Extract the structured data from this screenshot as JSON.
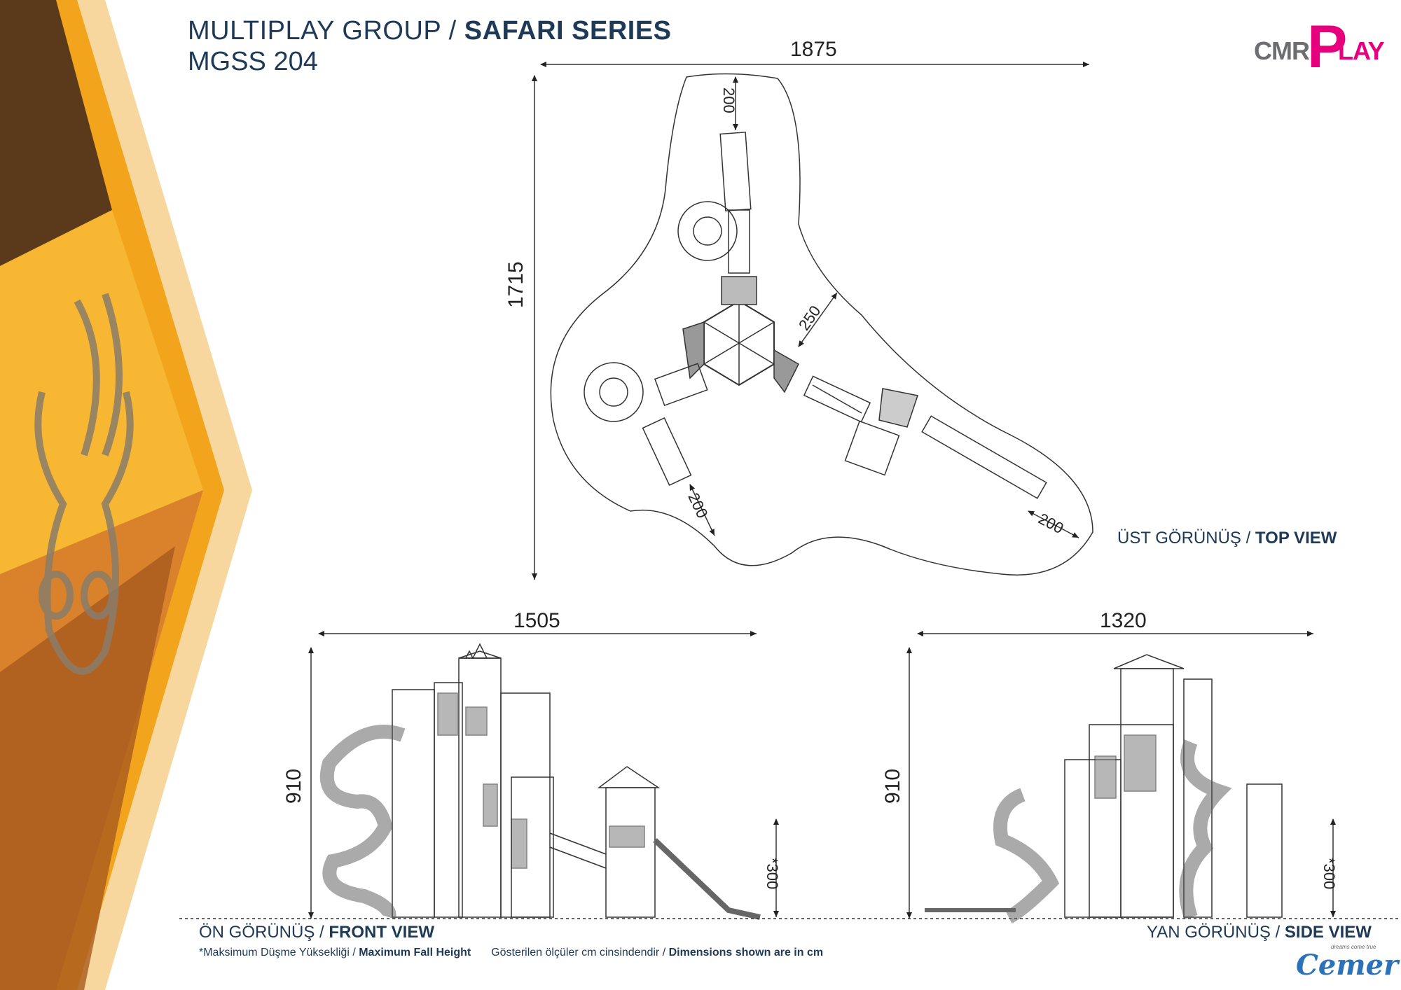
{
  "header": {
    "series_prefix": "MULTIPLAY GROUP / ",
    "series_name": "SAFARI SERIES",
    "model": "MGSS 204"
  },
  "logo": {
    "cmr": "CMR",
    "p": "P",
    "lay": "LAY"
  },
  "top_view": {
    "width": "1875",
    "depth": "1715",
    "dim_top_slide": "200",
    "dim_right": "250",
    "dim_bottom_left": "200",
    "dim_bottom_right": "200",
    "label_tr": "ÜST GÖRÜNÜŞ / ",
    "label_en": "TOP VIEW"
  },
  "front_view": {
    "width": "1505",
    "height": "910",
    "fall_height": "*300",
    "label_tr": "ÖN GÖRÜNÜŞ / ",
    "label_en": "FRONT VIEW"
  },
  "side_view": {
    "width": "1320",
    "height": "910",
    "fall_height": "*300",
    "label_tr": "YAN GÖRÜNÜŞ / ",
    "label_en": "SIDE VIEW"
  },
  "footer": {
    "note_tr": "*Maksimum Düşme Yüksekliği / ",
    "note_en": "Maximum Fall Height",
    "dims_tr": "Gösterilen ölçüler cm cinsindendir / ",
    "dims_en": "Dimensions shown are in cm"
  },
  "brand": {
    "name": "Cemer",
    "tagline": "dreams come true"
  },
  "colors": {
    "navy": "#1f3a57",
    "magenta": "#e6007e",
    "orange": "#f2a51c",
    "cemer_blue": "#2b72b8"
  }
}
